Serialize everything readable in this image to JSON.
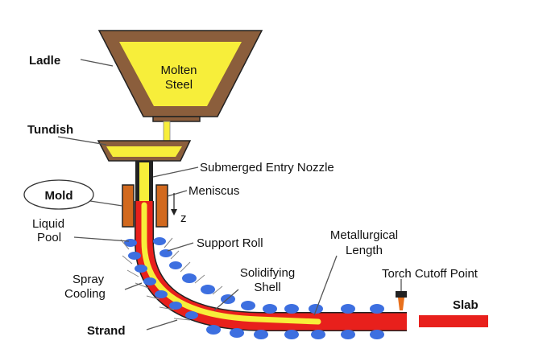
{
  "labels": {
    "ladle": "Ladle",
    "molten_line1": "Molten",
    "molten_line2": "Steel",
    "tundish": "Tundish",
    "nozzle": "Submerged Entry Nozzle",
    "mold": "Mold",
    "meniscus": "Meniscus",
    "z_axis": "z",
    "liquid_line1": "Liquid",
    "liquid_line2": "Pool",
    "support_roll": "Support Roll",
    "metallurgical_line1": "Metallurgical",
    "metallurgical_line2": "Length",
    "solidifying_line1": "Solidifying",
    "solidifying_line2": "Shell",
    "torch": "Torch Cutoff Point",
    "spray_line1": "Spray",
    "spray_line2": "Cooling",
    "slab": "Slab",
    "strand": "Strand"
  },
  "colors": {
    "vessel_brown": "#8b5e3c",
    "molten_yellow": "#f7ee3a",
    "steel_red": "#e8201c",
    "roll_blue": "#3d6fe0",
    "mold_orange": "#d2691e",
    "torch_black": "#222222"
  }
}
